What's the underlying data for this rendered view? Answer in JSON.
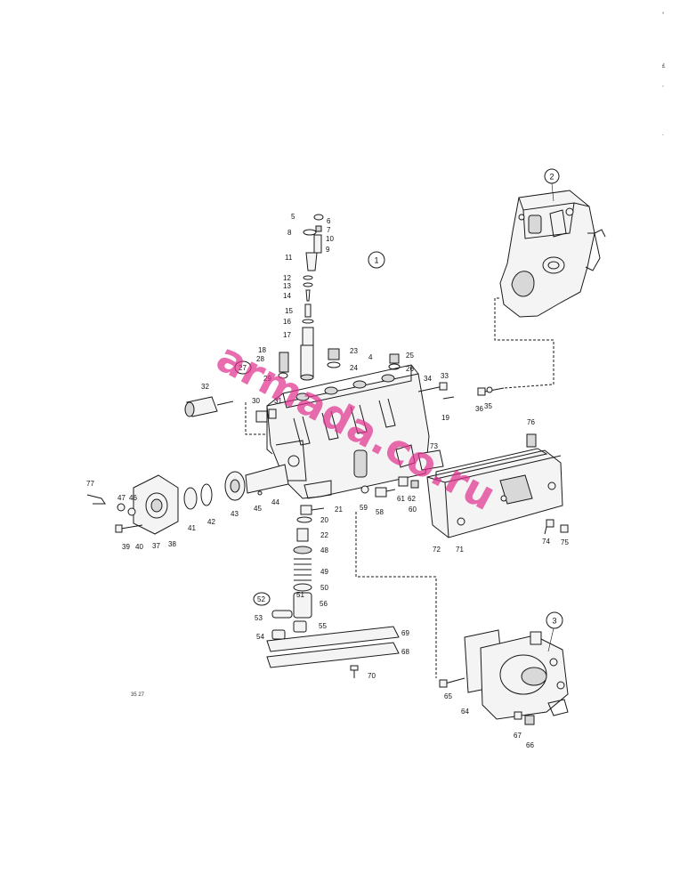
{
  "diagram": {
    "ref_number": "35 27",
    "watermark": "armada.co.ru",
    "assembly_callouts": [
      "1",
      "2",
      "3"
    ],
    "corner_marks": [
      "°",
      "£",
      "¸",
      "´"
    ],
    "part_numbers": [
      "5",
      "6",
      "7",
      "8",
      "10",
      "9",
      "11",
      "12",
      "13",
      "14",
      "15",
      "16",
      "17",
      "18",
      "28",
      "27",
      "29",
      "23",
      "24",
      "4",
      "25",
      "26",
      "34",
      "33",
      "19",
      "36",
      "35",
      "32",
      "30",
      "31",
      "76",
      "73",
      "77",
      "47",
      "46",
      "39",
      "40",
      "37",
      "38",
      "41",
      "42",
      "43",
      "45",
      "44",
      "21",
      "20",
      "22",
      "48",
      "49",
      "50",
      "51",
      "52",
      "56",
      "53",
      "55",
      "54",
      "69",
      "68",
      "70",
      "59",
      "58",
      "61",
      "62",
      "60",
      "72",
      "71",
      "74",
      "75",
      "65",
      "64",
      "67",
      "66"
    ]
  }
}
